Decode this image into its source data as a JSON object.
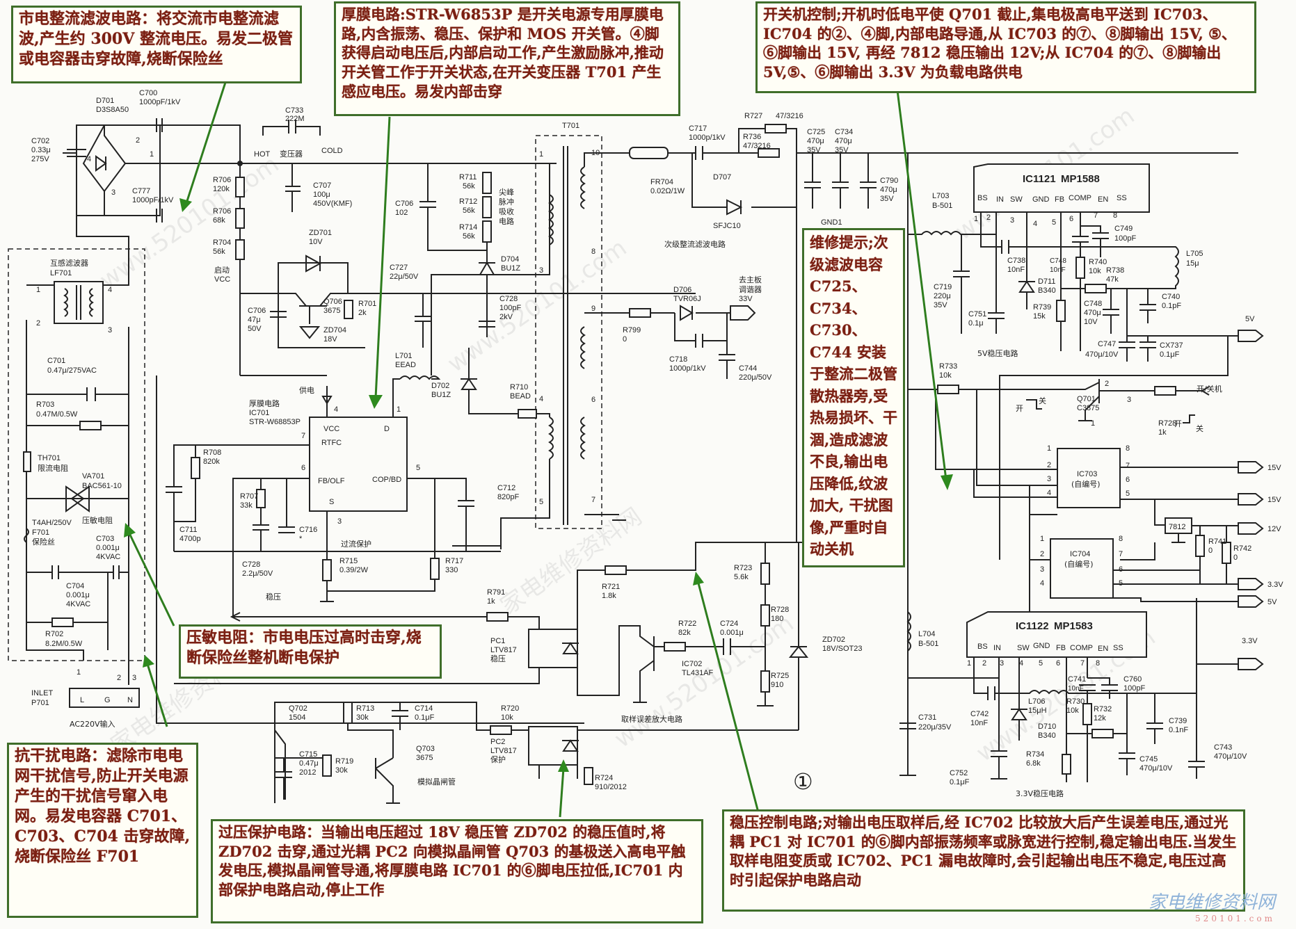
{
  "notes": {
    "rectifier": "市电整流滤波电路：将交流市电整流滤波,产生约 300V 整流电压。易发二极管或电容器击穿故障,烧断保险丝",
    "thick_film": "厚膜电路:STR-W6853P 是开关电源专用厚膜电路,内含振荡、稳压、保护和 MOS 开关管。④脚获得启动电压后,内部启动工作,产生激励脉冲,推动开关管工作于开关状态,在开关变压器 T701 产生感应电压。易发内部击穿",
    "power_switch": "开关机控制;开机时低电平使 Q701 截止,集电极高电平送到 IC703、IC704 的②、④脚,内部电路导通,从 IC703 的⑦、⑧脚输出 15V, ⑤、⑥脚输出 15V, 再经 7812 稳压输出 12V;从 IC704 的⑦、⑧脚输出 5V,⑤、⑥脚输出 3.3V 为负载电路供电",
    "repair_tip": "维修提示;次级滤波电容 C725、C734、C730、C744 安装于整流二极管散热器旁,受热易损坏、干涸,造成滤波不良,输出电压降低,纹波加大, 干扰图像,严重时自动关机",
    "varistor": "压敏电阻：市电电压过高时击穿,烧断保险丝整机断电保护",
    "emi": "抗干扰电路：滤除市电电网干扰信号,防止开关电源产生的干扰信号窜入电网。易发电容器 C701、C703、C704 击穿故障,烧断保险丝 F701",
    "overvoltage": "过压保护电路：当输出电压超过 18V 稳压管 ZD702 的稳压值时,将 ZD702 击穿,通过光耦 PC2 向模拟晶闸管 Q703 的基极送入高电平触发电压,模拟晶闸管导通,将厚膜电路 IC701 的⑥脚电压拉低,IC701 内部保护电路启动,停止工作",
    "regulation": "稳压控制电路;对输出电压取样后,经 IC702 比较放大后产生误差电压,通过光耦 PC1 对 IC701 的⑥脚内部振荡频率或脉宽进行控制,稳定输出电压.当发生取样电阻变质或 IC702、PC1 漏电故障时,会引起输出电压不稳定,电压过高时引起保护电路启动"
  },
  "components": {
    "d701": [
      "D701",
      "D3S8A50"
    ],
    "c700": [
      "C700",
      "1000pF/1kV"
    ],
    "c702": [
      "C702",
      "0.33μ",
      "275V"
    ],
    "c777": [
      "C777",
      "1000pF/1kV"
    ],
    "c733": [
      "C733",
      "222M"
    ],
    "hot": "HOT",
    "cold": "COLD",
    "transformer_gnd": "变压器",
    "r706a": [
      "R706",
      "120k"
    ],
    "r706b": [
      "R706",
      "68k"
    ],
    "r704": [
      "R704",
      "56k"
    ],
    "startup_vcc": [
      "启动",
      "VCC"
    ],
    "c707": [
      "C707",
      "100μ",
      "450V(KMF)"
    ],
    "zd701": [
      "ZD701",
      "10V"
    ],
    "q706": [
      "Q706",
      "3675"
    ],
    "r701": [
      "R701",
      "2k"
    ],
    "c706a": [
      "C706",
      "47μ",
      "50V"
    ],
    "zd704": [
      "ZD704",
      "18V"
    ],
    "c706b": [
      "C706",
      "102"
    ],
    "r711": [
      "R711",
      "56k"
    ],
    "r712": [
      "R712",
      "56k"
    ],
    "r714": [
      "R714",
      "56k"
    ],
    "snubber": [
      "尖峰",
      "脉冲",
      "吸收",
      "电路"
    ],
    "d704": [
      "D704",
      "BU1Z"
    ],
    "c727": [
      "C727",
      "22μ/50V"
    ],
    "c728a": [
      "C728",
      "100pF",
      "2kV"
    ],
    "t701": "T701",
    "l701": [
      "L701",
      "EEAD"
    ],
    "d702": [
      "D702",
      "BU1Z"
    ],
    "r710": [
      "R710",
      "BEAD"
    ],
    "supply": "供电",
    "ic701": [
      "厚膜电路",
      "IC701",
      "STR-W68853P"
    ],
    "ic701_pins": [
      "VCC",
      "D",
      "RTFC",
      "FB/OLF",
      "COP/BD",
      "S"
    ],
    "r708": [
      "R708",
      "820k"
    ],
    "r707": [
      "R707",
      "33k"
    ],
    "c716": [
      "C716",
      "*"
    ],
    "c711": [
      "C711",
      "4700p"
    ],
    "c728b": [
      "C728",
      "2.2μ/50V"
    ],
    "c712": [
      "C712",
      "820pF"
    ],
    "overcurrent": "过流保护",
    "r715": [
      "R715",
      "0.39/2W"
    ],
    "r717": [
      "R717",
      "330"
    ],
    "regulate": "稳压",
    "r791": [
      "R791",
      "1k"
    ],
    "lf701": [
      "互感滤波器",
      "LF701"
    ],
    "c701": [
      "C701",
      "0.47μ/275VAC"
    ],
    "r703": [
      "R703",
      "0.47M/0.5W"
    ],
    "th701": [
      "TH701",
      "限流电阻"
    ],
    "va701": [
      "VA701",
      "BAC561-10"
    ],
    "varistor_label": "压敏电阻",
    "f701": [
      "T4AH/250V",
      "F701",
      "保险丝"
    ],
    "c703": [
      "C703",
      "0.001μ",
      "4KVAC"
    ],
    "c704": [
      "C704",
      "0.001μ",
      "4KVAC"
    ],
    "r702": [
      "R702",
      "8.2M/0.5W"
    ],
    "inlet": [
      "INLET",
      "P701"
    ],
    "inlet_pins": [
      "L",
      "G",
      "N"
    ],
    "ac_input": "AC220V输入",
    "fr704": [
      "FR704",
      "0.02Ω/1W"
    ],
    "c717": [
      "C717",
      "1000p/1kV"
    ],
    "r727": [
      "R727",
      "47/3216"
    ],
    "r736": [
      "R736",
      "47/3216"
    ],
    "d707": [
      "D707",
      "SFJC10"
    ],
    "c725": [
      "C725",
      "470μ",
      "35V"
    ],
    "c734": [
      "C734",
      "470μ",
      "35V"
    ],
    "c790": [
      "C790",
      "470μ",
      "35V"
    ],
    "gnd1": "GND1",
    "secondary": "次级整流滤波电路",
    "d706": [
      "D706",
      "TVR06J"
    ],
    "tuner": [
      "去主板",
      "调谐器",
      "33V"
    ],
    "r799": [
      "R799",
      "0"
    ],
    "c718": [
      "C718",
      "1000p/1kV"
    ],
    "c744": [
      "C744",
      "220μ/50V"
    ],
    "r721": [
      "R721",
      "1.8k"
    ],
    "pc1": [
      "PC1",
      "LTV817",
      "稳压"
    ],
    "r722": [
      "R722",
      "82k"
    ],
    "ic702": [
      "IC702",
      "TL431AF"
    ],
    "c724": [
      "C724",
      "0.001μ"
    ],
    "r723": [
      "R723",
      "5.6k"
    ],
    "r728b": [
      "R728",
      "180"
    ],
    "r725": [
      "R725",
      "910"
    ],
    "zd702": [
      "ZD702",
      "18V/SOT23"
    ],
    "sampling": "取样误差放大电路",
    "q702": [
      "Q702",
      "1504"
    ],
    "r713": [
      "R713",
      "30k"
    ],
    "c714": [
      "C714",
      "0.1μF"
    ],
    "q703": [
      "Q703",
      "3675"
    ],
    "c715": [
      "C715",
      "0.47μ",
      "2012"
    ],
    "r719": [
      "R719",
      "30k"
    ],
    "scr": "模拟晶闸管",
    "r720": [
      "R720",
      "10k"
    ],
    "pc2": [
      "PC2",
      "LTV817",
      "保护"
    ],
    "r724": [
      "R724",
      "910/2012"
    ],
    "circle1": "①",
    "ic1121": [
      "IC1121",
      "MP1588"
    ],
    "mp_pins": [
      "BS",
      "IN",
      "SW",
      "GND",
      "FB",
      "COMP",
      "EN",
      "SS"
    ],
    "l703": [
      "L703",
      "B-501"
    ],
    "c719": [
      "C719",
      "220μ",
      "35V"
    ],
    "c738": [
      "C738",
      "10nF"
    ],
    "d711": [
      "D711",
      "B340"
    ],
    "c751": [
      "C751",
      "0.1μ"
    ],
    "c748a": [
      "C748",
      "10nF"
    ],
    "r740": [
      "R740",
      "10k"
    ],
    "r738": [
      "R738",
      "47k"
    ],
    "c749": [
      "C749",
      "100pF"
    ],
    "l705": [
      "L705",
      "15μ"
    ],
    "r739": [
      "R739",
      "15k"
    ],
    "c748b": [
      "C748",
      "470μ",
      "10V"
    ],
    "c740": [
      "C740",
      "0.1pF"
    ],
    "c747": [
      "C747",
      "470μ/10V"
    ],
    "cx737": [
      "CX737",
      "0.1μF"
    ],
    "reg5v": "5V稳压电路",
    "r733": [
      "R733",
      "10k"
    ],
    "q701": [
      "Q701",
      "C3875"
    ],
    "r728a": [
      "R728",
      "1k"
    ],
    "on_off": "开/关机",
    "on": "开",
    "off": "关",
    "ic703": [
      "IC703",
      "(自编号)"
    ],
    "ic704": [
      "IC704",
      "(自编号)"
    ],
    "reg7812": "7812",
    "r741": [
      "R741",
      "0"
    ],
    "r742": [
      "R742",
      "0"
    ],
    "ic1122": [
      "IC1122",
      "MP1583"
    ],
    "l704": [
      "L704",
      "B-501"
    ],
    "c731": [
      "C731",
      "220μ/35V"
    ],
    "c742": [
      "C742",
      "10nF"
    ],
    "l706": [
      "L706",
      "15μH"
    ],
    "d710": [
      "D710",
      "B340"
    ],
    "c752": [
      "C752",
      "0.1μF"
    ],
    "c741": [
      "C741",
      "10nF"
    ],
    "c760": [
      "C760",
      "100pF"
    ],
    "r730": [
      "R730",
      "10k"
    ],
    "r732": [
      "R732",
      "12k"
    ],
    "r734": [
      "R734",
      "6.8k"
    ],
    "c739": [
      "C739",
      "0.1nF"
    ],
    "c745": [
      "C745",
      "470μ/10V"
    ],
    "c743": [
      "C743",
      "470μ/10V"
    ],
    "reg33": "3.3V稳压电路"
  },
  "outputs": {
    "v5": "5V",
    "v15a": "15V",
    "v15b": "15V",
    "v12": "12V",
    "v33a": "3.3V",
    "v5b": "5V",
    "v33b": "3.3V"
  },
  "watermark": {
    "text": "家电维修资料网",
    "url": "www.520101.com",
    "logo": "家电维修资料网",
    "logo_url": "520101.com"
  },
  "colors": {
    "note_text": "#7a1f12",
    "note_border": "#3f6e2a",
    "arrow": "#2e8a1e"
  }
}
